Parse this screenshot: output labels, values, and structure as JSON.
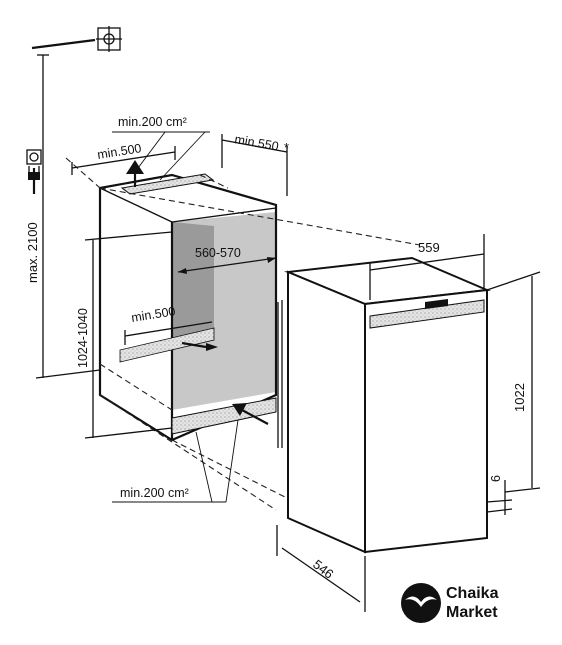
{
  "labels": {
    "max_height": "max. 2100",
    "vent_top": "min.200 cm²",
    "vent_bottom": "min.200 cm²",
    "top_depth": "min.500",
    "inner_depth": "min.500",
    "niche_depth": "min.550",
    "asterisk": "*",
    "niche_width": "560-570",
    "niche_height": "1024-1040",
    "appliance_width": "559",
    "appliance_height": "1022",
    "appliance_depth": "546",
    "gap": "6"
  },
  "brand": {
    "line1": "Chaika",
    "line2": "Market"
  },
  "colors": {
    "line": "#111111",
    "niche_back": "#c8c8c8",
    "niche_side": "#9a9a9a",
    "hatch": "#d9d9d9"
  }
}
